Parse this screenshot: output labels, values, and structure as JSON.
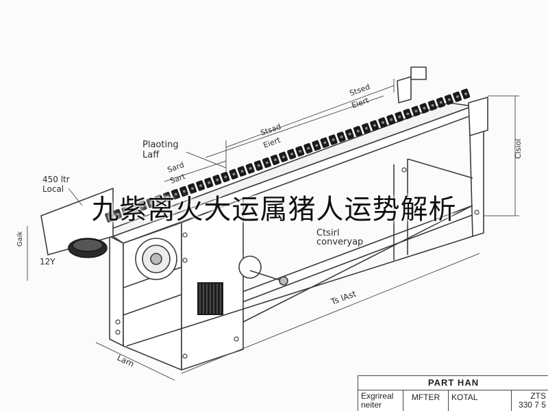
{
  "overlay_title": "九紫离火大运属猪人运势解析",
  "labels": {
    "plotting_left": "Plaoting\nLaff",
    "dim_top_1": "Stsed",
    "dim_top_2": "Eiert",
    "dim_mid_1": "Stsad",
    "dim_mid_2": "Eiert",
    "dim_low_1": "Sard",
    "dim_low_2": "Sart",
    "left_note": "450 ltr\nLocal",
    "left_dim_1": "Gaik",
    "left_dim_2": "12Y",
    "right_height": "Clsiol",
    "conveyor_label": "Ctsirl\nconveryap",
    "bottom_length": "Ts lAst",
    "base_dim": "Lam"
  },
  "table": {
    "title": "PART HAN",
    "col1": "Exgrireal\nneiter",
    "col2": "MFTER",
    "col3": "KOTAL",
    "col4": "ZTS\n330 7 5"
  },
  "colors": {
    "line": "#3a3a3a",
    "chain": "#1a1a1a",
    "background": "#fbfbfb"
  }
}
